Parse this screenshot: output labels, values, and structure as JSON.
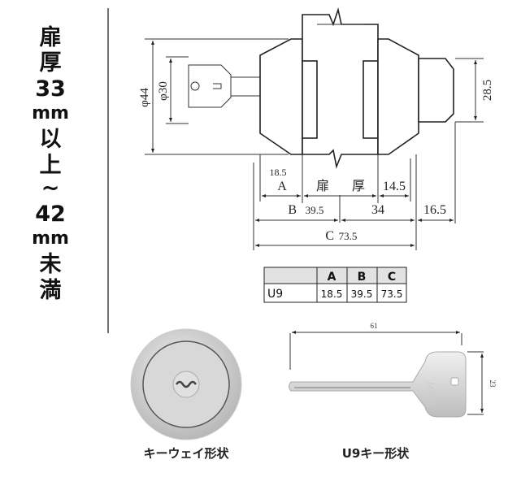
{
  "side_label": [
    "扉",
    "厚",
    "33",
    "mm",
    "以",
    "上",
    "~",
    "42",
    "mm",
    "未",
    "満"
  ],
  "dims": {
    "phi44": "φ44",
    "phi30": "φ30",
    "h285": "28.5",
    "a_val": "18.5",
    "a": "A",
    "door1": "扉",
    "door2": "厚",
    "d145": "14.5",
    "b": "B",
    "b_val": "39.5",
    "d34": "34",
    "d165": "16.5",
    "c": "C",
    "c_val": "73.5"
  },
  "table": {
    "headers": [
      "",
      "A",
      "B",
      "C"
    ],
    "rows": [
      [
        "U9",
        "18.5",
        "39.5",
        "73.5"
      ]
    ]
  },
  "key_dims": {
    "length": "61",
    "height": "23"
  },
  "captions": {
    "keyway": "キーウェイ形状",
    "key": "U9キー形状"
  },
  "key_brand": "MIWA"
}
